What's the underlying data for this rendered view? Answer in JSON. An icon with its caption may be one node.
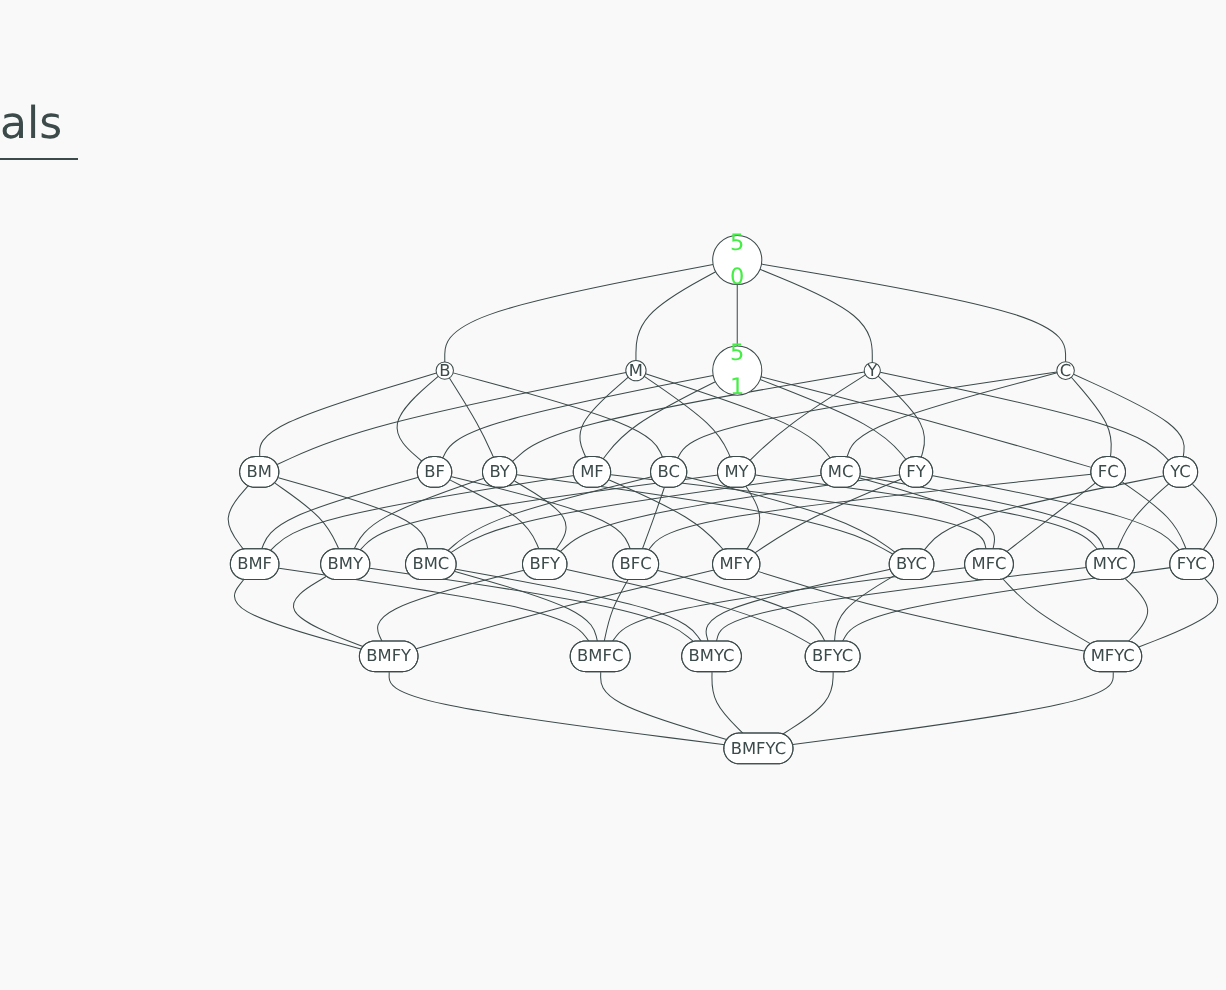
{
  "diagram": {
    "nodes": [
      {
        "text": [
          "5",
          "0"
        ]
      },
      {
        "text": [
          "B"
        ]
      },
      {
        "text": [
          "M"
        ]
      },
      {
        "text": [
          "5",
          "1"
        ]
      },
      {
        "text": [
          "Y"
        ]
      },
      {
        "text": [
          "C"
        ]
      },
      {
        "text": [
          "BM"
        ]
      },
      {
        "text": [
          "BF"
        ]
      },
      {
        "text": [
          "BY"
        ]
      },
      {
        "text": [
          "BC"
        ]
      },
      {
        "text": [
          "MF"
        ]
      },
      {
        "text": [
          "MY"
        ]
      },
      {
        "text": [
          "MC"
        ]
      },
      {
        "text": [
          "FY"
        ]
      },
      {
        "text": [
          "FC"
        ]
      },
      {
        "text": [
          "YC"
        ]
      },
      {
        "text": [
          "BMF"
        ]
      },
      {
        "text": [
          "BMY"
        ]
      },
      {
        "text": [
          "BMC"
        ]
      },
      {
        "text": [
          "BFY"
        ]
      },
      {
        "text": [
          "BFC"
        ]
      },
      {
        "text": [
          "BYC"
        ]
      },
      {
        "text": [
          "MFY"
        ]
      },
      {
        "text": [
          "MFC"
        ]
      },
      {
        "text": [
          "MYC"
        ]
      },
      {
        "text": [
          "FYC"
        ]
      },
      {
        "text": [
          "BMFY"
        ]
      },
      {
        "text": [
          "BMFC"
        ]
      },
      {
        "text": [
          "BMYC"
        ]
      },
      {
        "text": [
          "BFYC"
        ]
      },
      {
        "text": [
          "MFYC"
        ]
      },
      {
        "text": [
          "BMFYC"
        ]
      }
    ],
    "edges": [
      {
        "from": 0,
        "to": 1,
        "arrow": "none"
      },
      {
        "from": 0,
        "to": 2,
        "arrow": "none"
      },
      {
        "from": 0,
        "to": 3,
        "arrow": "none"
      },
      {
        "from": 0,
        "to": 4,
        "arrow": "none"
      },
      {
        "from": 0,
        "to": 5,
        "arrow": "none"
      },
      {
        "from": 1,
        "to": 6,
        "arrow": "none"
      },
      {
        "from": 1,
        "to": 7,
        "arrow": "none"
      },
      {
        "from": 1,
        "to": 8,
        "arrow": "none"
      },
      {
        "from": 1,
        "to": 9,
        "arrow": "none"
      },
      {
        "from": 2,
        "to": 6,
        "arrow": "none"
      },
      {
        "from": 2,
        "to": 10,
        "arrow": "none"
      },
      {
        "from": 2,
        "to": 11,
        "arrow": "none"
      },
      {
        "from": 2,
        "to": 12,
        "arrow": "none"
      },
      {
        "from": 3,
        "to": 7,
        "arrow": "none"
      },
      {
        "from": 3,
        "to": 10,
        "arrow": "none"
      },
      {
        "from": 3,
        "to": 13,
        "arrow": "none"
      },
      {
        "from": 3,
        "to": 14,
        "arrow": "none"
      },
      {
        "from": 4,
        "to": 8,
        "arrow": "none"
      },
      {
        "from": 4,
        "to": 11,
        "arrow": "none"
      },
      {
        "from": 4,
        "to": 13,
        "arrow": "none"
      },
      {
        "from": 4,
        "to": 15,
        "arrow": "none"
      },
      {
        "from": 5,
        "to": 9,
        "arrow": "none"
      },
      {
        "from": 5,
        "to": 12,
        "arrow": "none"
      },
      {
        "from": 5,
        "to": 14,
        "arrow": "none"
      },
      {
        "from": 5,
        "to": 15,
        "arrow": "none"
      },
      {
        "from": 6,
        "to": 16,
        "arrow": "none"
      },
      {
        "from": 6,
        "to": 17,
        "arrow": "none"
      },
      {
        "from": 6,
        "to": 18,
        "arrow": "none"
      },
      {
        "from": 7,
        "to": 16,
        "arrow": "none"
      },
      {
        "from": 7,
        "to": 19,
        "arrow": "none"
      },
      {
        "from": 7,
        "to": 20,
        "arrow": "none"
      },
      {
        "from": 8,
        "to": 17,
        "arrow": "none"
      },
      {
        "from": 8,
        "to": 19,
        "arrow": "none"
      },
      {
        "from": 8,
        "to": 21,
        "arrow": "none"
      },
      {
        "from": 9,
        "to": 18,
        "arrow": "none"
      },
      {
        "from": 9,
        "to": 20,
        "arrow": "none"
      },
      {
        "from": 9,
        "to": 21,
        "arrow": "none"
      },
      {
        "from": 10,
        "to": 16,
        "arrow": "none"
      },
      {
        "from": 10,
        "to": 22,
        "arrow": "none"
      },
      {
        "from": 10,
        "to": 23,
        "arrow": "none"
      },
      {
        "from": 11,
        "to": 17,
        "arrow": "none"
      },
      {
        "from": 11,
        "to": 22,
        "arrow": "none"
      },
      {
        "from": 11,
        "to": 24,
        "arrow": "none"
      },
      {
        "from": 12,
        "to": 18,
        "arrow": "none"
      },
      {
        "from": 12,
        "to": 23,
        "arrow": "none"
      },
      {
        "from": 12,
        "to": 24,
        "arrow": "none"
      },
      {
        "from": 13,
        "to": 19,
        "arrow": "none"
      },
      {
        "from": 13,
        "to": 22,
        "arrow": "none"
      },
      {
        "from": 13,
        "to": 25,
        "arrow": "none"
      },
      {
        "from": 14,
        "to": 20,
        "arrow": "none"
      },
      {
        "from": 14,
        "to": 23,
        "arrow": "none"
      },
      {
        "from": 14,
        "to": 25,
        "arrow": "none"
      },
      {
        "from": 15,
        "to": 21,
        "arrow": "none"
      },
      {
        "from": 15,
        "to": 24,
        "arrow": "none"
      },
      {
        "from": 15,
        "to": 25,
        "arrow": "none"
      },
      {
        "from": 16,
        "to": 26,
        "arrow": "none"
      },
      {
        "from": 16,
        "to": 27,
        "arrow": "none"
      },
      {
        "from": 17,
        "to": 26,
        "arrow": "none"
      },
      {
        "from": 17,
        "to": 28,
        "arrow": "none"
      },
      {
        "from": 18,
        "to": 27,
        "arrow": "none"
      },
      {
        "from": 18,
        "to": 28,
        "arrow": "none"
      },
      {
        "from": 19,
        "to": 26,
        "arrow": "none"
      },
      {
        "from": 19,
        "to": 29,
        "arrow": "none"
      },
      {
        "from": 20,
        "to": 27,
        "arrow": "none"
      },
      {
        "from": 20,
        "to": 29,
        "arrow": "none"
      },
      {
        "from": 21,
        "to": 28,
        "arrow": "none"
      },
      {
        "from": 21,
        "to": 29,
        "arrow": "none"
      },
      {
        "from": 22,
        "to": 26,
        "arrow": "none"
      },
      {
        "from": 22,
        "to": 30,
        "arrow": "none"
      },
      {
        "from": 23,
        "to": 27,
        "arrow": "none"
      },
      {
        "from": 23,
        "to": 30,
        "arrow": "none"
      },
      {
        "from": 24,
        "to": 28,
        "arrow": "none"
      },
      {
        "from": 24,
        "to": 30,
        "arrow": "none"
      },
      {
        "from": 25,
        "to": 29,
        "arrow": "none"
      },
      {
        "from": 25,
        "to": 30,
        "arrow": "none"
      },
      {
        "from": 26,
        "to": 31,
        "arrow": "none"
      },
      {
        "from": 27,
        "to": 31,
        "arrow": "none"
      },
      {
        "from": 28,
        "to": 31,
        "arrow": "none"
      },
      {
        "from": 29,
        "to": 31,
        "arrow": "none"
      },
      {
        "from": 30,
        "to": 31,
        "arrow": "none"
      }
    ],
    "labels": [
      "als"
    ]
  }
}
